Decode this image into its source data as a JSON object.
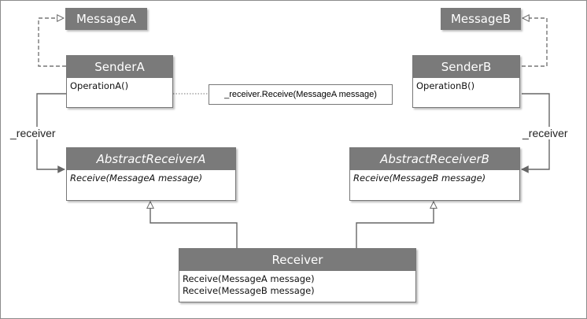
{
  "colors": {
    "header_bg": "#7a7a7a",
    "header_text": "#ffffff",
    "line": "#666666"
  },
  "message_a": {
    "title": "MessageA"
  },
  "message_b": {
    "title": "MessageB"
  },
  "sender_a": {
    "title": "SenderA",
    "operations": [
      "OperationA()"
    ]
  },
  "sender_b": {
    "title": "SenderB",
    "operations": [
      "OperationB()"
    ]
  },
  "note": {
    "text": "_receiver.Receive(MessageA message)"
  },
  "role_left": {
    "text": "_receiver"
  },
  "role_right": {
    "text": "_receiver"
  },
  "abstract_receiver_a": {
    "title": "AbstractReceiverA",
    "operations": [
      "Receive(MessageA message)"
    ]
  },
  "abstract_receiver_b": {
    "title": "AbstractReceiverB",
    "operations": [
      "Receive(MessageB message)"
    ]
  },
  "receiver": {
    "title": "Receiver",
    "operations": [
      "Receive(MessageA message)",
      "Receive(MessageB message)"
    ]
  }
}
